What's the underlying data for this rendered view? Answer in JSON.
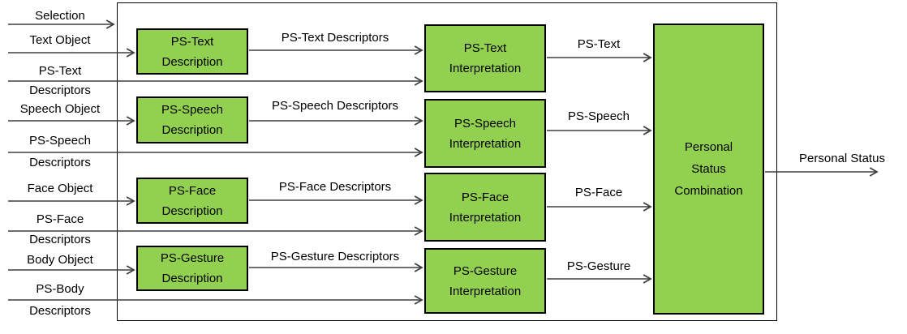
{
  "inputs": [
    {
      "top": "Selection"
    },
    {
      "top": "Text Object"
    },
    {
      "top": "PS-Text",
      "bottom": "Descriptors"
    },
    {
      "top": "Speech Object"
    },
    {
      "top": "PS-Speech",
      "bottom": "Descriptors"
    },
    {
      "top": "Face Object"
    },
    {
      "top": "PS-Face",
      "bottom": "Descriptors"
    },
    {
      "top": "Body Object"
    },
    {
      "top": "PS-Body",
      "bottom": "Descriptors"
    }
  ],
  "rows": [
    {
      "description_line1": "PS-Text",
      "description_line2": "Description",
      "descriptor_arrow": "PS-Text Descriptors",
      "interpretation_line1": "PS-Text",
      "interpretation_line2": "Interpretation",
      "result_arrow": "PS-Text"
    },
    {
      "description_line1": "PS-Speech",
      "description_line2": "Description",
      "descriptor_arrow": "PS-Speech Descriptors",
      "interpretation_line1": "PS-Speech",
      "interpretation_line2": "Interpretation",
      "result_arrow": "PS-Speech"
    },
    {
      "description_line1": "PS-Face",
      "description_line2": "Description",
      "descriptor_arrow": "PS-Face Descriptors",
      "interpretation_line1": "PS-Face",
      "interpretation_line2": "Interpretation",
      "result_arrow": "PS-Face"
    },
    {
      "description_line1": "PS-Gesture",
      "description_line2": "Description",
      "descriptor_arrow": "PS-Gesture Descriptors",
      "interpretation_line1": "PS-Gesture",
      "interpretation_line2": "Interpretation",
      "result_arrow": "PS-Gesture"
    }
  ],
  "combination": {
    "line1": "Personal",
    "line2": "Status",
    "line3": "Combination"
  },
  "output": {
    "label": "Personal Status"
  },
  "colors": {
    "box_fill": "#92d050",
    "box_border": "#000000",
    "connector": "#3f3f3f"
  }
}
